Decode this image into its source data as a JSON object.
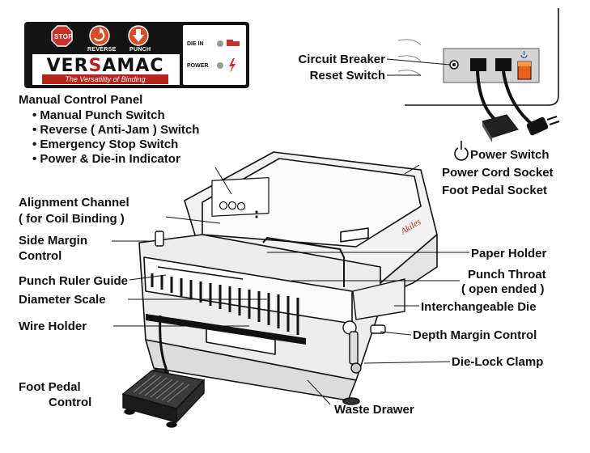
{
  "panel": {
    "stop_label": "STOP",
    "reverse_label": "REVERSE",
    "punch_label": "PUNCH",
    "die_in_label": "DIE IN",
    "power_label": "POWER",
    "brand": {
      "pre": "VER",
      "mid": "S",
      "post": "AMAC"
    },
    "tagline": "The Versatility of Binding"
  },
  "machine": {
    "brand": "Akiles"
  },
  "labels": {
    "circuit_breaker": "Circuit Breaker",
    "reset_switch": "Reset Switch",
    "manual_control_panel": "Manual Control Panel",
    "bullets": [
      "Manual Punch Switch",
      "Reverse ( Anti-Jam ) Switch",
      "Emergency Stop Switch",
      "Power & Die-in Indicator"
    ],
    "power_switch": "Power Switch",
    "power_cord_socket": "Power Cord Socket",
    "foot_pedal_socket": "Foot Pedal Socket",
    "alignment_channel": "Alignment  Channel",
    "for_coil_binding": "( for Coil Binding )",
    "side_margin": "Side Margin",
    "control": "Control",
    "punch_ruler_guide": "Punch Ruler Guide",
    "diameter_scale": "Diameter Scale",
    "wire_holder": "Wire Holder",
    "paper_holder": "Paper Holder",
    "punch_throat": "Punch Throat",
    "open_ended": "( open ended )",
    "interchangeable_die": "Interchangeable Die",
    "depth_margin_control": "Depth Margin Control",
    "die_lock_clamp": "Die-Lock Clamp",
    "foot_pedal": "Foot Pedal",
    "foot_pedal_control": "Control",
    "waste_drawer": "Waste Drawer"
  }
}
